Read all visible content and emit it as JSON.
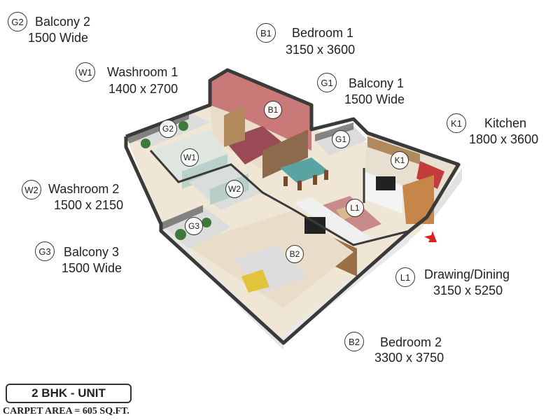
{
  "legend": [
    {
      "code": "G2",
      "name": "Balcony 2",
      "size": "1500 Wide"
    },
    {
      "code": "B1",
      "name": "Bedroom 1",
      "size": "3150 x 3600"
    },
    {
      "code": "W1",
      "name": "Washroom 1",
      "size": "1400 x 2700"
    },
    {
      "code": "G1",
      "name": "Balcony 1",
      "size": "1500 Wide"
    },
    {
      "code": "K1",
      "name": "Kitchen",
      "size": "1800 x 3600"
    },
    {
      "code": "W2",
      "name": "Washroom 2",
      "size": "1500 x 2150"
    },
    {
      "code": "G3",
      "name": "Balcony 3",
      "size": "1500 Wide"
    },
    {
      "code": "L1",
      "name": "Drawing/Dining",
      "size": "3150 x 5250"
    },
    {
      "code": "B2",
      "name": "Bedroom 2",
      "size": "3300 x 3750"
    }
  ],
  "markers": {
    "B1": "B1",
    "G2": "G2",
    "W1": "W1",
    "G1": "G1",
    "K1": "K1",
    "W2": "W2",
    "L1": "L1",
    "G3": "G3",
    "B2": "B2"
  },
  "unit": {
    "type": "2 BHK - UNIT",
    "area": "CARPET AREA = 605 SQ.FT."
  },
  "colors": {
    "wall": "#3a3a3a",
    "floor": "#efe6d6",
    "bedroom1_wall": "#c97a78",
    "bedspread": "#9a4a55",
    "kitchen_accent": "#c33b3b",
    "door": "#c6864a",
    "entry_arrow": "#e02020"
  }
}
